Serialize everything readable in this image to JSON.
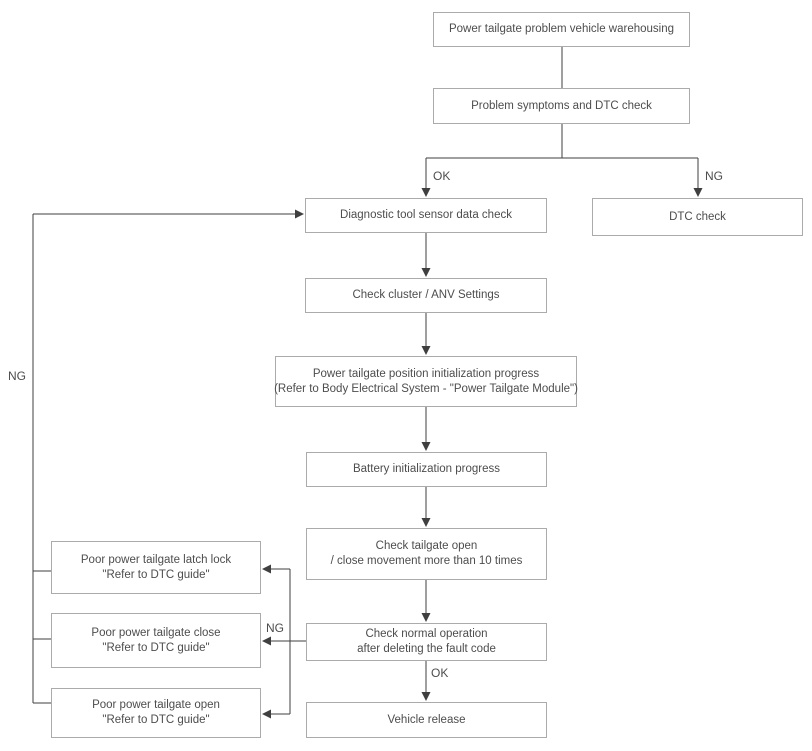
{
  "diagram": {
    "nodes": {
      "warehousing": {
        "label": "Power tailgate problem vehicle warehousing"
      },
      "symptoms": {
        "label": "Problem symptoms and DTC check"
      },
      "diagnostic": {
        "label": "Diagnostic tool sensor data check"
      },
      "dtc_check": {
        "label": "DTC check"
      },
      "cluster": {
        "label": "Check cluster / ANV Settings"
      },
      "position_init": {
        "line1": "Power tailgate position initialization progress",
        "line2": "(Refer to Body Electrical System - \"Power Tailgate Module\")"
      },
      "battery": {
        "label": "Battery initialization progress"
      },
      "tailgate_check": {
        "line1": "Check tailgate open",
        "line2": "/ close movement more than 10 times"
      },
      "normal_op": {
        "line1": "Check normal operation",
        "line2": "after deleting the fault code"
      },
      "vehicle_release": {
        "label": "Vehicle release"
      },
      "latch_lock": {
        "line1": "Poor power tailgate latch lock",
        "line2": "\"Refer to DTC guide\""
      },
      "close": {
        "line1": "Poor power tailgate close",
        "line2": "\"Refer to DTC guide\""
      },
      "open": {
        "line1": "Poor power tailgate open",
        "line2": "\"Refer to DTC guide\""
      }
    },
    "labels": {
      "ok_top": "OK",
      "ng_top": "NG",
      "ng_left": "NG",
      "ng_mid": "NG",
      "ok_bottom": "OK"
    },
    "colors": {
      "box_border": "#ababab",
      "text": "#4d4d4d",
      "connector": "#3f3f3f",
      "background": "#ffffff"
    }
  }
}
